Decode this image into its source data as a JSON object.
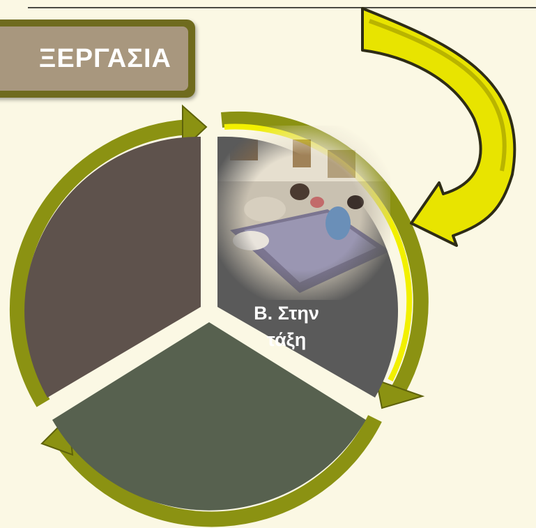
{
  "header": {
    "title": "ΞΕΡΓΑΣΙΑ"
  },
  "cycle": {
    "segments": [
      {
        "id": "left",
        "label": "",
        "fill": "#5e524c"
      },
      {
        "id": "right",
        "label": "Β.  Στην τάξη",
        "label_line1": "Β.  Στην",
        "label_line2": "τάξη",
        "fill": "#5a5a5a",
        "highlighted": true
      },
      {
        "id": "bottom",
        "label": "",
        "fill": "#57614f"
      }
    ],
    "ring_color": "#8b9212",
    "highlight_color": "#f2f000",
    "photo": "classroom-children-on-floor-photo"
  },
  "pointer": {
    "color": "#e8e400",
    "outline": "#2e2c16",
    "icon": "curved-arrow-icon"
  }
}
